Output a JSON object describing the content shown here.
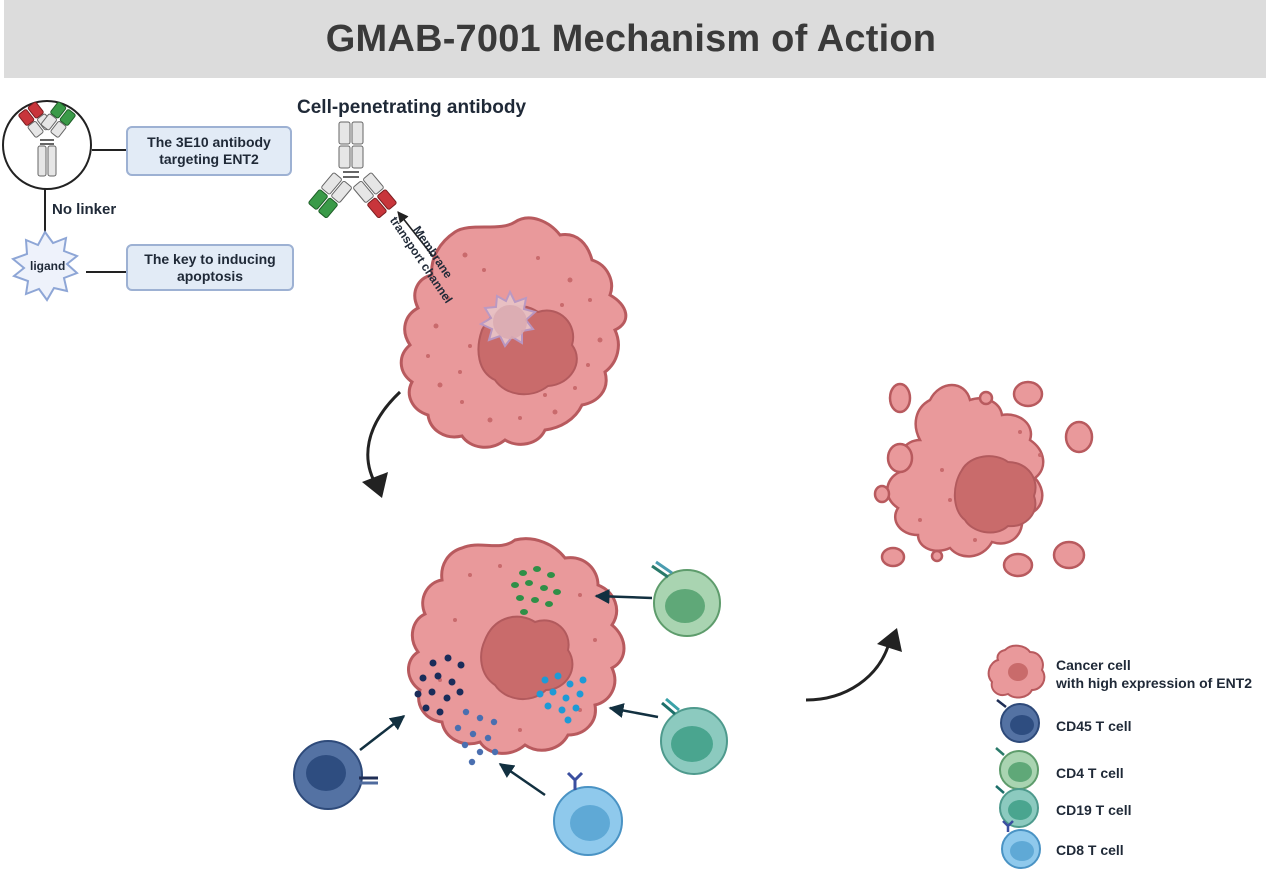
{
  "title": "GMAB-7001 Mechanism of Action",
  "antibody_box": {
    "line1": "The 3E10 antibody",
    "line2": "targeting ENT2"
  },
  "linker_label": "No linker",
  "ligand_label": "ligand",
  "ligand_box": {
    "line1": "The key to inducing",
    "line2": "apoptosis"
  },
  "cell_penetrating_label": "Cell-penetrating antibody",
  "membrane_label": {
    "line1": "Membrane",
    "line2": "transport channel"
  },
  "legend": {
    "cancer": {
      "line1": "Cancer cell",
      "line2": "with high expression of ENT2"
    },
    "cd45": "CD45 T cell",
    "cd4": "CD4 T cell",
    "cd19": "CD19 T cell",
    "cd8": "CD8 T cell"
  },
  "colors": {
    "cancer_cytoplasm": "#e9999b",
    "cancer_nucleus": "#c96b6b",
    "cancer_outline": "#b85a5e",
    "cd45": "#3f5f8e",
    "cd4": "#8fc49b",
    "cd19": "#7dbfb0",
    "cd8": "#7fc0e4",
    "antibody_red": "#c8353b",
    "antibody_green": "#3a9a48"
  }
}
